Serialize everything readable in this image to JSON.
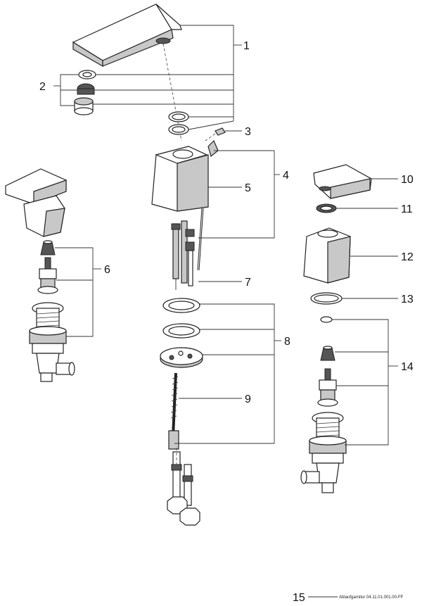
{
  "callouts": {
    "c1": "1",
    "c2": "2",
    "c3": "3",
    "c4": "4",
    "c5": "5",
    "c6": "6",
    "c7": "7",
    "c8": "8",
    "c9": "9",
    "c10": "10",
    "c11": "11",
    "c12": "12",
    "c13": "13",
    "c14": "14",
    "c15": "15"
  },
  "footer": {
    "caption": "Ablaufgarnitur 04.11.01.001.00-FF"
  }
}
